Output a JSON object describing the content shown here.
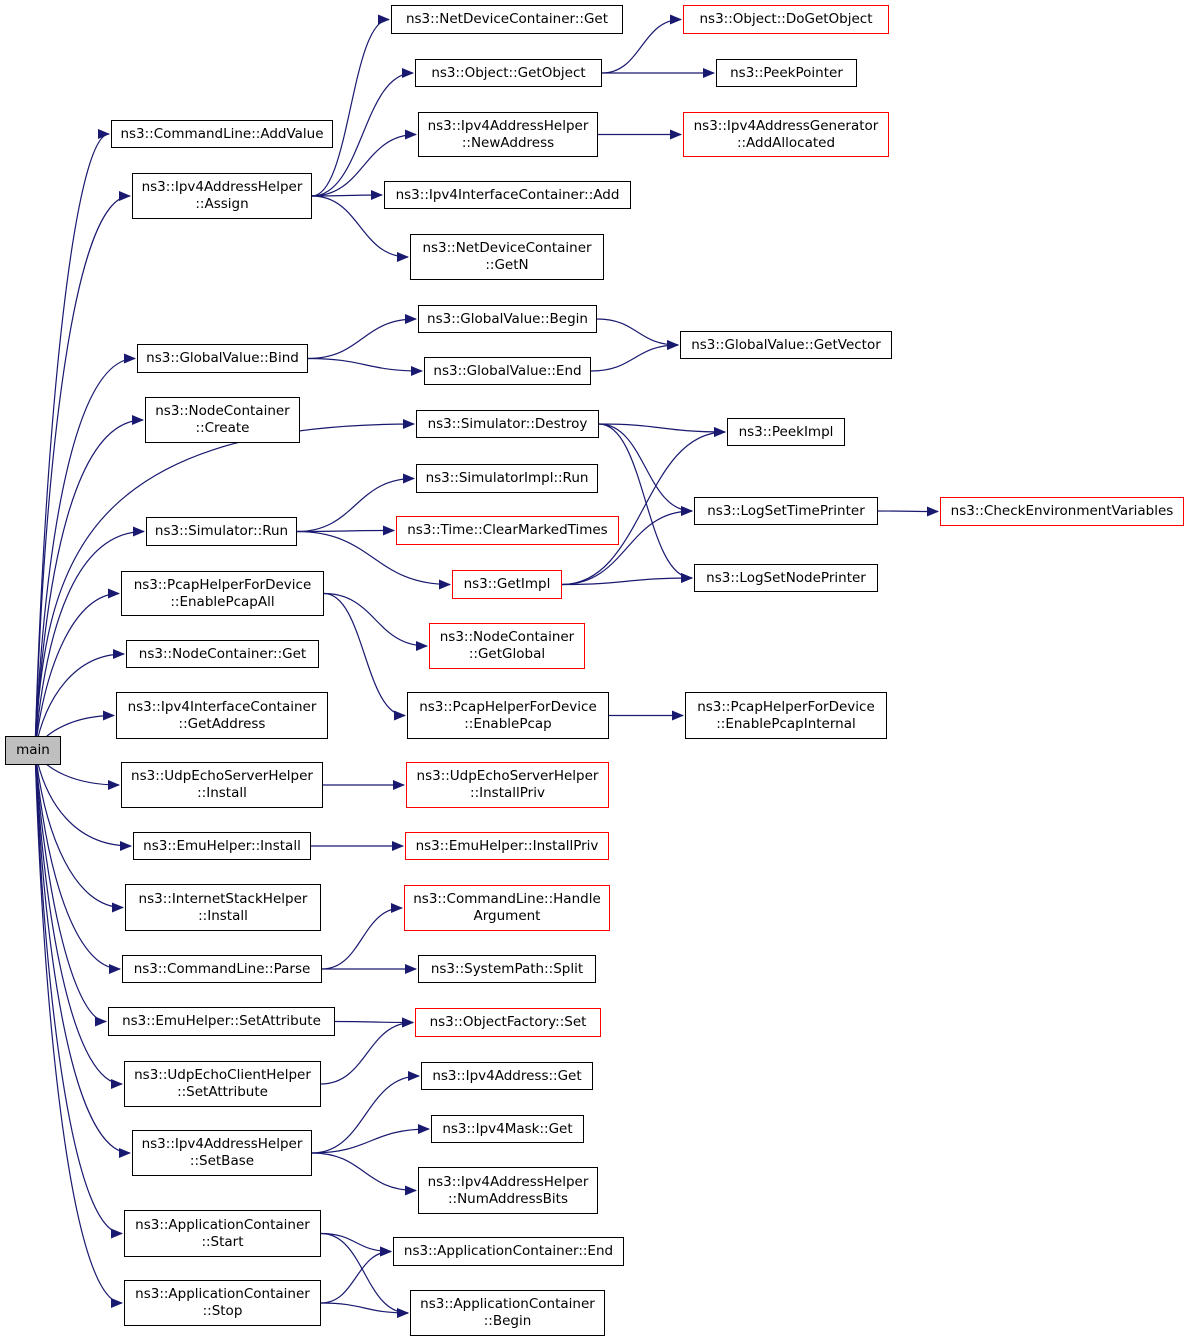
{
  "colors": {
    "edge": "#191970",
    "node_border": "#000000",
    "incomplete_border": "#ff0000",
    "root_fill": "#bfbfbf"
  },
  "nodes": {
    "main": {
      "lines": [
        "main"
      ],
      "style": "root"
    },
    "cl_addvalue": {
      "lines": [
        "ns3::CommandLine::AddValue"
      ],
      "style": "normal"
    },
    "ipv4ah_assign": {
      "lines": [
        "ns3::Ipv4AddressHelper",
        "::Assign"
      ],
      "style": "normal"
    },
    "gv_bind": {
      "lines": [
        "ns3::GlobalValue::Bind"
      ],
      "style": "normal"
    },
    "nc_create": {
      "lines": [
        "ns3::NodeContainer",
        "::Create"
      ],
      "style": "normal"
    },
    "sim_run": {
      "lines": [
        "ns3::Simulator::Run"
      ],
      "style": "normal"
    },
    "phfd_enableall": {
      "lines": [
        "ns3::PcapHelperForDevice",
        "::EnablePcapAll"
      ],
      "style": "normal"
    },
    "nc_get": {
      "lines": [
        "ns3::NodeContainer::Get"
      ],
      "style": "normal"
    },
    "iic_getaddress": {
      "lines": [
        "ns3::Ipv4InterfaceContainer",
        "::GetAddress"
      ],
      "style": "normal"
    },
    "uesh_install": {
      "lines": [
        "ns3::UdpEchoServerHelper",
        "::Install"
      ],
      "style": "normal"
    },
    "emu_install": {
      "lines": [
        "ns3::EmuHelper::Install"
      ],
      "style": "normal"
    },
    "ish_install": {
      "lines": [
        "ns3::InternetStackHelper",
        "::Install"
      ],
      "style": "normal"
    },
    "cl_parse": {
      "lines": [
        "ns3::CommandLine::Parse"
      ],
      "style": "normal"
    },
    "emu_setattr": {
      "lines": [
        "ns3::EmuHelper::SetAttribute"
      ],
      "style": "normal"
    },
    "uech_setattr": {
      "lines": [
        "ns3::UdpEchoClientHelper",
        "::SetAttribute"
      ],
      "style": "normal"
    },
    "ipv4ah_setbase": {
      "lines": [
        "ns3::Ipv4AddressHelper",
        "::SetBase"
      ],
      "style": "normal"
    },
    "ac_start": {
      "lines": [
        "ns3::ApplicationContainer",
        "::Start"
      ],
      "style": "normal"
    },
    "ac_stop": {
      "lines": [
        "ns3::ApplicationContainer",
        "::Stop"
      ],
      "style": "normal"
    },
    "ndc_get": {
      "lines": [
        "ns3::NetDeviceContainer::Get"
      ],
      "style": "normal"
    },
    "obj_getobject": {
      "lines": [
        "ns3::Object::GetObject"
      ],
      "style": "normal"
    },
    "ipv4ah_newaddr": {
      "lines": [
        "ns3::Ipv4AddressHelper",
        "::NewAddress"
      ],
      "style": "normal"
    },
    "iic_add": {
      "lines": [
        "ns3::Ipv4InterfaceContainer::Add"
      ],
      "style": "normal"
    },
    "ndc_getn": {
      "lines": [
        "ns3::NetDeviceContainer",
        "::GetN"
      ],
      "style": "normal"
    },
    "gv_begin": {
      "lines": [
        "ns3::GlobalValue::Begin"
      ],
      "style": "normal"
    },
    "gv_end": {
      "lines": [
        "ns3::GlobalValue::End"
      ],
      "style": "normal"
    },
    "sim_destroy": {
      "lines": [
        "ns3::Simulator::Destroy"
      ],
      "style": "normal"
    },
    "simimpl_run": {
      "lines": [
        "ns3::SimulatorImpl::Run"
      ],
      "style": "normal"
    },
    "time_clear": {
      "lines": [
        "ns3::Time::ClearMarkedTimes"
      ],
      "style": "red"
    },
    "getimpl": {
      "lines": [
        "ns3::GetImpl"
      ],
      "style": "red"
    },
    "nc_getglobal": {
      "lines": [
        "ns3::NodeContainer",
        "::GetGlobal"
      ],
      "style": "red"
    },
    "phfd_enable": {
      "lines": [
        "ns3::PcapHelperForDevice",
        "::EnablePcap"
      ],
      "style": "normal"
    },
    "uesh_installpriv": {
      "lines": [
        "ns3::UdpEchoServerHelper",
        "::InstallPriv"
      ],
      "style": "red"
    },
    "emu_installpriv": {
      "lines": [
        "ns3::EmuHelper::InstallPriv"
      ],
      "style": "red"
    },
    "cl_handlearg": {
      "lines": [
        "ns3::CommandLine::Handle",
        "Argument"
      ],
      "style": "red"
    },
    "sp_split": {
      "lines": [
        "ns3::SystemPath::Split"
      ],
      "style": "normal"
    },
    "of_set": {
      "lines": [
        "ns3::ObjectFactory::Set"
      ],
      "style": "red"
    },
    "ipv4addr_get": {
      "lines": [
        "ns3::Ipv4Address::Get"
      ],
      "style": "normal"
    },
    "ipv4mask_get": {
      "lines": [
        "ns3::Ipv4Mask::Get"
      ],
      "style": "normal"
    },
    "ipv4ah_numbits": {
      "lines": [
        "ns3::Ipv4AddressHelper",
        "::NumAddressBits"
      ],
      "style": "normal"
    },
    "ac_end": {
      "lines": [
        "ns3::ApplicationContainer::End"
      ],
      "style": "normal"
    },
    "ac_begin": {
      "lines": [
        "ns3::ApplicationContainer",
        "::Begin"
      ],
      "style": "normal"
    },
    "obj_dogetobject": {
      "lines": [
        "ns3::Object::DoGetObject"
      ],
      "style": "red"
    },
    "peekpointer": {
      "lines": [
        "ns3::PeekPointer"
      ],
      "style": "normal"
    },
    "ipv4ag_addalloc": {
      "lines": [
        "ns3::Ipv4AddressGenerator",
        "::AddAllocated"
      ],
      "style": "red"
    },
    "gv_getvector": {
      "lines": [
        "ns3::GlobalValue::GetVector"
      ],
      "style": "normal"
    },
    "peekimpl": {
      "lines": [
        "ns3::PeekImpl"
      ],
      "style": "normal"
    },
    "logsettimeprinter": {
      "lines": [
        "ns3::LogSetTimePrinter"
      ],
      "style": "normal"
    },
    "logsetnodeprinter": {
      "lines": [
        "ns3::LogSetNodePrinter"
      ],
      "style": "normal"
    },
    "phfd_enableinternal": {
      "lines": [
        "ns3::PcapHelperForDevice",
        "::EnablePcapInternal"
      ],
      "style": "normal"
    },
    "checkenv": {
      "lines": [
        "ns3::CheckEnvironmentVariables"
      ],
      "style": "red"
    }
  },
  "edges": [
    [
      "main",
      "cl_addvalue"
    ],
    [
      "main",
      "ipv4ah_assign"
    ],
    [
      "main",
      "gv_bind"
    ],
    [
      "main",
      "nc_create"
    ],
    [
      "main",
      "sim_destroy"
    ],
    [
      "main",
      "sim_run"
    ],
    [
      "main",
      "phfd_enableall"
    ],
    [
      "main",
      "nc_get"
    ],
    [
      "main",
      "iic_getaddress"
    ],
    [
      "main",
      "uesh_install"
    ],
    [
      "main",
      "emu_install"
    ],
    [
      "main",
      "ish_install"
    ],
    [
      "main",
      "cl_parse"
    ],
    [
      "main",
      "emu_setattr"
    ],
    [
      "main",
      "uech_setattr"
    ],
    [
      "main",
      "ipv4ah_setbase"
    ],
    [
      "main",
      "ac_start"
    ],
    [
      "main",
      "ac_stop"
    ],
    [
      "ipv4ah_assign",
      "ndc_get"
    ],
    [
      "ipv4ah_assign",
      "obj_getobject"
    ],
    [
      "ipv4ah_assign",
      "ipv4ah_newaddr"
    ],
    [
      "ipv4ah_assign",
      "iic_add"
    ],
    [
      "ipv4ah_assign",
      "ndc_getn"
    ],
    [
      "obj_getobject",
      "obj_dogetobject"
    ],
    [
      "obj_getobject",
      "peekpointer"
    ],
    [
      "ipv4ah_newaddr",
      "ipv4ag_addalloc"
    ],
    [
      "gv_bind",
      "gv_begin"
    ],
    [
      "gv_bind",
      "gv_end"
    ],
    [
      "gv_begin",
      "gv_getvector"
    ],
    [
      "gv_end",
      "gv_getvector"
    ],
    [
      "sim_destroy",
      "peekimpl"
    ],
    [
      "sim_destroy",
      "logsettimeprinter"
    ],
    [
      "sim_destroy",
      "logsetnodeprinter"
    ],
    [
      "sim_run",
      "simimpl_run"
    ],
    [
      "sim_run",
      "time_clear"
    ],
    [
      "sim_run",
      "getimpl"
    ],
    [
      "getimpl",
      "peekimpl"
    ],
    [
      "getimpl",
      "logsettimeprinter"
    ],
    [
      "getimpl",
      "logsetnodeprinter"
    ],
    [
      "logsettimeprinter",
      "checkenv"
    ],
    [
      "phfd_enableall",
      "nc_getglobal"
    ],
    [
      "phfd_enableall",
      "phfd_enable"
    ],
    [
      "phfd_enable",
      "phfd_enableinternal"
    ],
    [
      "uesh_install",
      "uesh_installpriv"
    ],
    [
      "emu_install",
      "emu_installpriv"
    ],
    [
      "cl_parse",
      "cl_handlearg"
    ],
    [
      "cl_parse",
      "sp_split"
    ],
    [
      "emu_setattr",
      "of_set"
    ],
    [
      "uech_setattr",
      "of_set"
    ],
    [
      "ipv4ah_setbase",
      "ipv4addr_get"
    ],
    [
      "ipv4ah_setbase",
      "ipv4mask_get"
    ],
    [
      "ipv4ah_setbase",
      "ipv4ah_numbits"
    ],
    [
      "ac_start",
      "ac_end"
    ],
    [
      "ac_start",
      "ac_begin"
    ],
    [
      "ac_stop",
      "ac_end"
    ],
    [
      "ac_stop",
      "ac_begin"
    ]
  ]
}
